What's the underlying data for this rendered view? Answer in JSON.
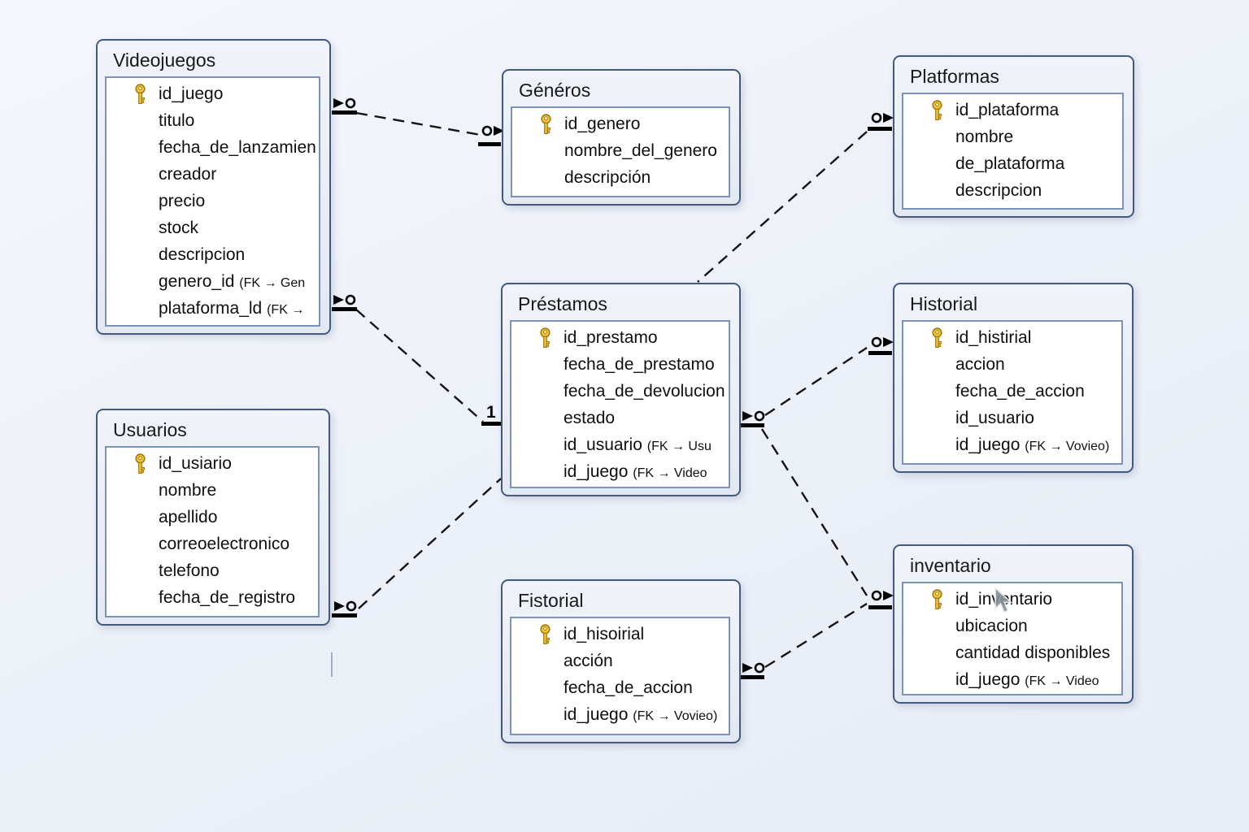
{
  "diagram": {
    "tables": {
      "videojuegos": {
        "title": "Videojuegos",
        "fields": [
          {
            "name": "id_juego",
            "key": true
          },
          {
            "name": "titulo"
          },
          {
            "name": "fecha_de_lanzamien"
          },
          {
            "name": "creador"
          },
          {
            "name": "precio"
          },
          {
            "name": "stock"
          },
          {
            "name": "descripcion"
          },
          {
            "name": "genero_id",
            "suffix": "(FK → Gen"
          },
          {
            "name": "plataforma_ld",
            "suffix": "(FK →"
          }
        ]
      },
      "generos": {
        "title": "Généros",
        "fields": [
          {
            "name": "id_genero",
            "key": true
          },
          {
            "name": "nombre_del_genero"
          },
          {
            "name": "descripción"
          }
        ]
      },
      "platformas": {
        "title": "Platformas",
        "fields": [
          {
            "name": "id_plataforma",
            "key": true
          },
          {
            "name": "nombre"
          },
          {
            "name": "de_plataforma"
          },
          {
            "name": "descripcion"
          }
        ]
      },
      "usuarios": {
        "title": "Usuarios",
        "fields": [
          {
            "name": "id_usiario",
            "key": true
          },
          {
            "name": "nombre"
          },
          {
            "name": "apellido"
          },
          {
            "name": "correoelectronico"
          },
          {
            "name": "telefono"
          },
          {
            "name": "fecha_de_registro"
          }
        ]
      },
      "prestamos": {
        "title": "Préstamos",
        "fields": [
          {
            "name": "id_prestamo",
            "key": true
          },
          {
            "name": "fecha_de_prestamo"
          },
          {
            "name": "fecha_de_devolucion"
          },
          {
            "name": "estado"
          },
          {
            "name": "id_usuario",
            "suffix": "(FK → Usu"
          },
          {
            "name": "id_juego",
            "suffix": "(FK → Video"
          }
        ]
      },
      "historial": {
        "title": "Historial",
        "fields": [
          {
            "name": "id_histirial",
            "key": true
          },
          {
            "name": "accion"
          },
          {
            "name": "fecha_de_accion"
          },
          {
            "name": "id_usuario"
          },
          {
            "name": "id_juego",
            "suffix": "(FK → Vovieo)"
          }
        ]
      },
      "fistorial": {
        "title": "Fistorial",
        "fields": [
          {
            "name": "id_hisoirial",
            "key": true
          },
          {
            "name": "acción"
          },
          {
            "name": "fecha_de_accion"
          },
          {
            "name": "id_juego",
            "suffix": "(FK → Vovieo)"
          }
        ]
      },
      "inventario": {
        "title": "inventario",
        "fields": [
          {
            "name": "id_inventario",
            "key": true
          },
          {
            "name": "ubicacion"
          },
          {
            "name": "cantidad disponibles"
          },
          {
            "name": "id_juego",
            "suffix": "(FK → Video"
          }
        ]
      }
    },
    "relationships": [
      {
        "from": "Videojuegos",
        "to": "Généros"
      },
      {
        "from": "Videojuegos",
        "to": "Préstamos",
        "label": "1"
      },
      {
        "from": "Usuarios",
        "to": "Préstamos"
      },
      {
        "from": "Platformas",
        "to": "Préstamos"
      },
      {
        "from": "Préstamos",
        "to": "Historial"
      },
      {
        "from": "Préstamos",
        "to": "inventario"
      },
      {
        "from": "Fistorial",
        "to": "inventario"
      }
    ],
    "colors": {
      "table_border": "#44597e",
      "table_fill": "#e8edf5",
      "inner_border": "#7b92ba",
      "key_gold": "#f2c238",
      "line": "#141414"
    }
  }
}
